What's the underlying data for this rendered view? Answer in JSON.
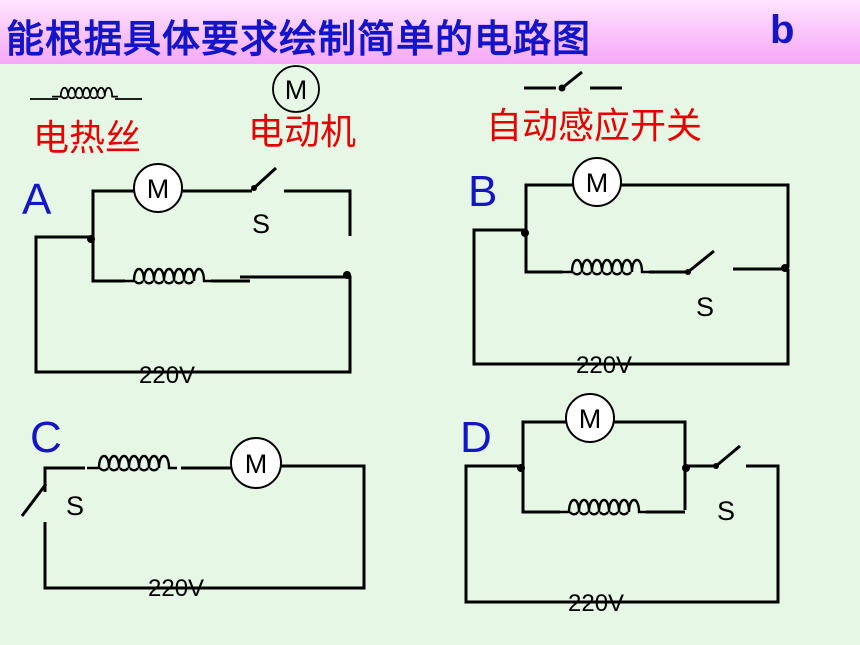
{
  "title": "能根据具体要求绘制简单的电路图",
  "title_suffix": "b",
  "legend": {
    "heater": "电热丝",
    "motor": "电动机",
    "motor_symbol": "M",
    "sensor_switch": "自动感应开关"
  },
  "circuits": {
    "a": {
      "letter": "A",
      "motor": "M",
      "switch": "S",
      "voltage": "220V"
    },
    "b": {
      "letter": "B",
      "motor": "M",
      "switch": "S",
      "voltage": "220V"
    },
    "c": {
      "letter": "C",
      "motor": "M",
      "switch": "S",
      "voltage": "220V"
    },
    "d": {
      "letter": "D",
      "motor": "M",
      "switch": "S",
      "voltage": "220V"
    }
  },
  "colors": {
    "title": "#1414c8",
    "legend": "#e60000",
    "letters": "#1414c8",
    "background": "#e6f7e6"
  }
}
